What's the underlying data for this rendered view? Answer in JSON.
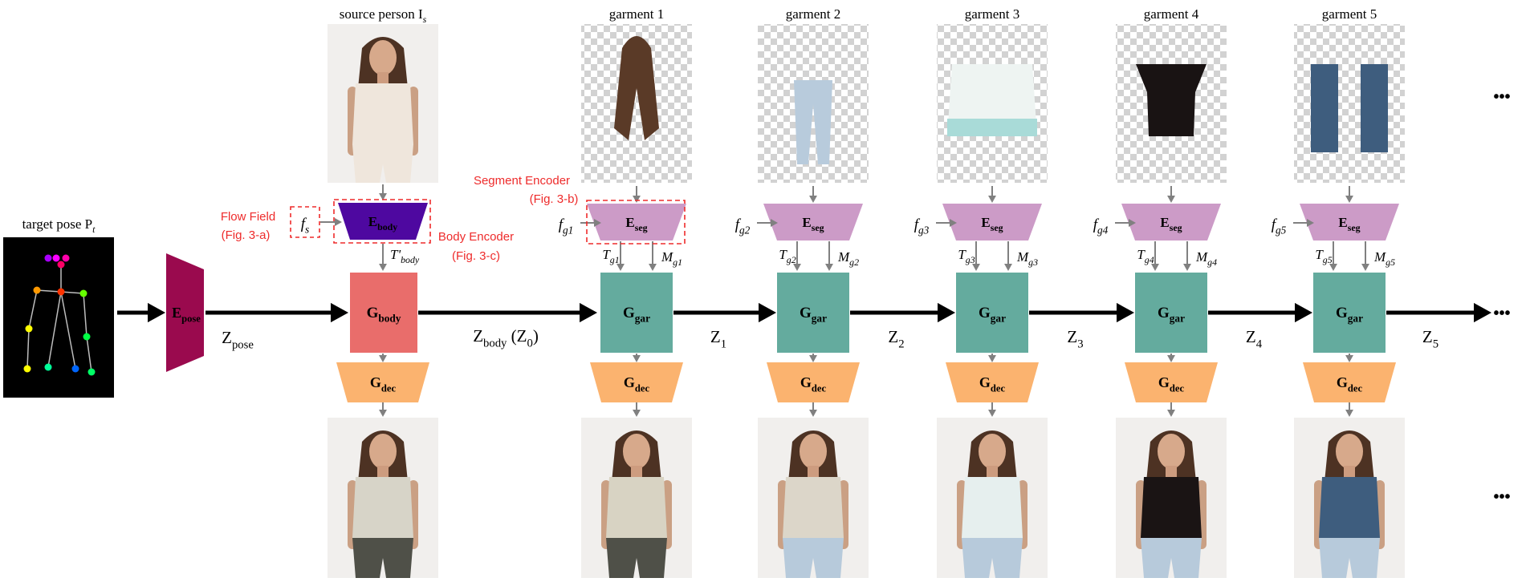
{
  "labels": {
    "source": "source person I",
    "source_sub": "s",
    "target_pose": "target pose P",
    "target_pose_sub": "t",
    "garments": [
      "garment 1",
      "garment 2",
      "garment 3",
      "garment 4",
      "garment 5"
    ],
    "flow_field": "Flow Field",
    "flow_field_ref": "(Fig. 3-a)",
    "segment_encoder": "Segment Encoder",
    "segment_encoder_ref": "(Fig. 3-b)",
    "body_encoder": "Body Encoder",
    "body_encoder_ref": "(Fig. 3-c)",
    "fs": "f",
    "fs_sub": "s",
    "t_body": "T'",
    "t_body_sub": "body",
    "ellipsis": "•••"
  },
  "blocks": {
    "e_pose": {
      "main": "E",
      "sub": "pose"
    },
    "e_body": {
      "main": "E",
      "sub": "body"
    },
    "g_body": {
      "main": "G",
      "sub": "body"
    },
    "g_gar": {
      "main": "G",
      "sub": "gar"
    },
    "g_dec": {
      "main": "G",
      "sub": "dec"
    },
    "e_seg": {
      "main": "E",
      "sub": "seg"
    }
  },
  "latents": {
    "pose": {
      "main": "Z",
      "sub": "pose"
    },
    "body": {
      "main": "Z",
      "sub": "body",
      "suffix": " (Z",
      "suffix_sub": "0",
      "suffix_end": ")"
    },
    "z": [
      {
        "main": "Z",
        "sub": "1"
      },
      {
        "main": "Z",
        "sub": "2"
      },
      {
        "main": "Z",
        "sub": "3"
      },
      {
        "main": "Z",
        "sub": "4"
      },
      {
        "main": "Z",
        "sub": "5"
      }
    ]
  },
  "garment_inputs": [
    {
      "f_sub": "g1",
      "t_sub": "g1",
      "m_sub": "g1"
    },
    {
      "f_sub": "g2",
      "t_sub": "g2",
      "m_sub": "g2"
    },
    {
      "f_sub": "g3",
      "t_sub": "g3",
      "m_sub": "g3"
    },
    {
      "f_sub": "g4",
      "t_sub": "g4",
      "m_sub": "g4"
    },
    {
      "f_sub": "g5",
      "t_sub": "g5",
      "m_sub": "g5"
    }
  ],
  "colors": {
    "e_pose": "#9a0a4e",
    "e_body": "#4e08a0",
    "g_body": "#e96d6b",
    "g_gar": "#64ab9e",
    "g_dec": "#fbb36f",
    "e_seg": "#cc9bc7",
    "annotation": "#ee2b2b",
    "arrow_gray": "#808080"
  }
}
